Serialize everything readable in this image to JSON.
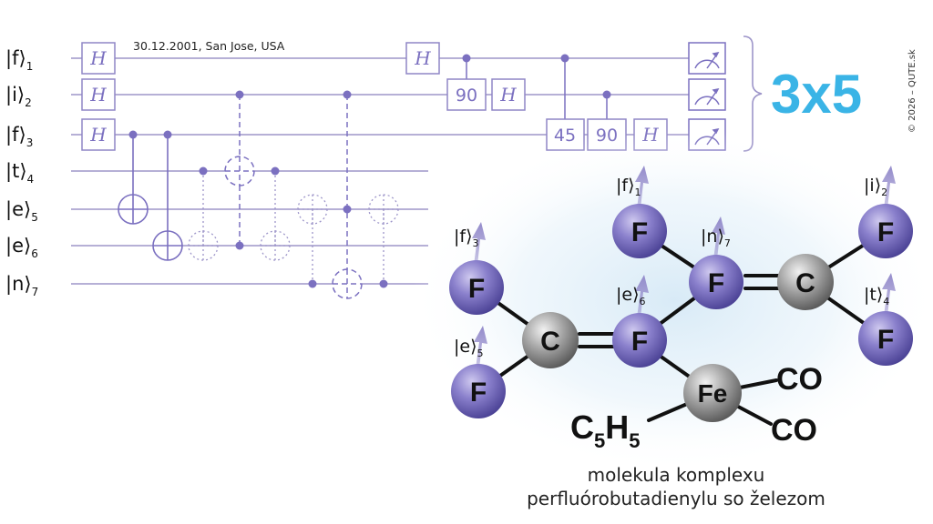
{
  "circuit": {
    "date_location": "30.12.2001, San Jose, USA",
    "qubits": [
      {
        "letter": "f",
        "index": "1"
      },
      {
        "letter": "i",
        "index": "2"
      },
      {
        "letter": "f",
        "index": "3"
      },
      {
        "letter": "t",
        "index": "4"
      },
      {
        "letter": "e",
        "index": "5"
      },
      {
        "letter": "e",
        "index": "6"
      },
      {
        "letter": "n",
        "index": "7"
      }
    ],
    "gates": {
      "hadamard": "H",
      "phase_90": "90",
      "phase_45": "45"
    },
    "result": "3x5",
    "copyright": "© 2026 – QUTE.sk"
  },
  "molecule": {
    "atoms": {
      "fluorine": "F",
      "carbon": "C",
      "iron": "Fe"
    },
    "ligands": {
      "carbonyl": "CO",
      "cp_c": "C",
      "cp_c_count": "5",
      "cp_h": "H",
      "cp_h_count": "5"
    },
    "caption_line1": "molekula komplexu",
    "caption_line2": "perfluórobutadienylu so železom"
  },
  "colors": {
    "wire": "#9d95c9",
    "accent": "#3ab4e6",
    "fluorine": "#7b70c0",
    "carbon": "#8c8c8c",
    "text": "#111111",
    "glow": "#d8ebf7"
  }
}
